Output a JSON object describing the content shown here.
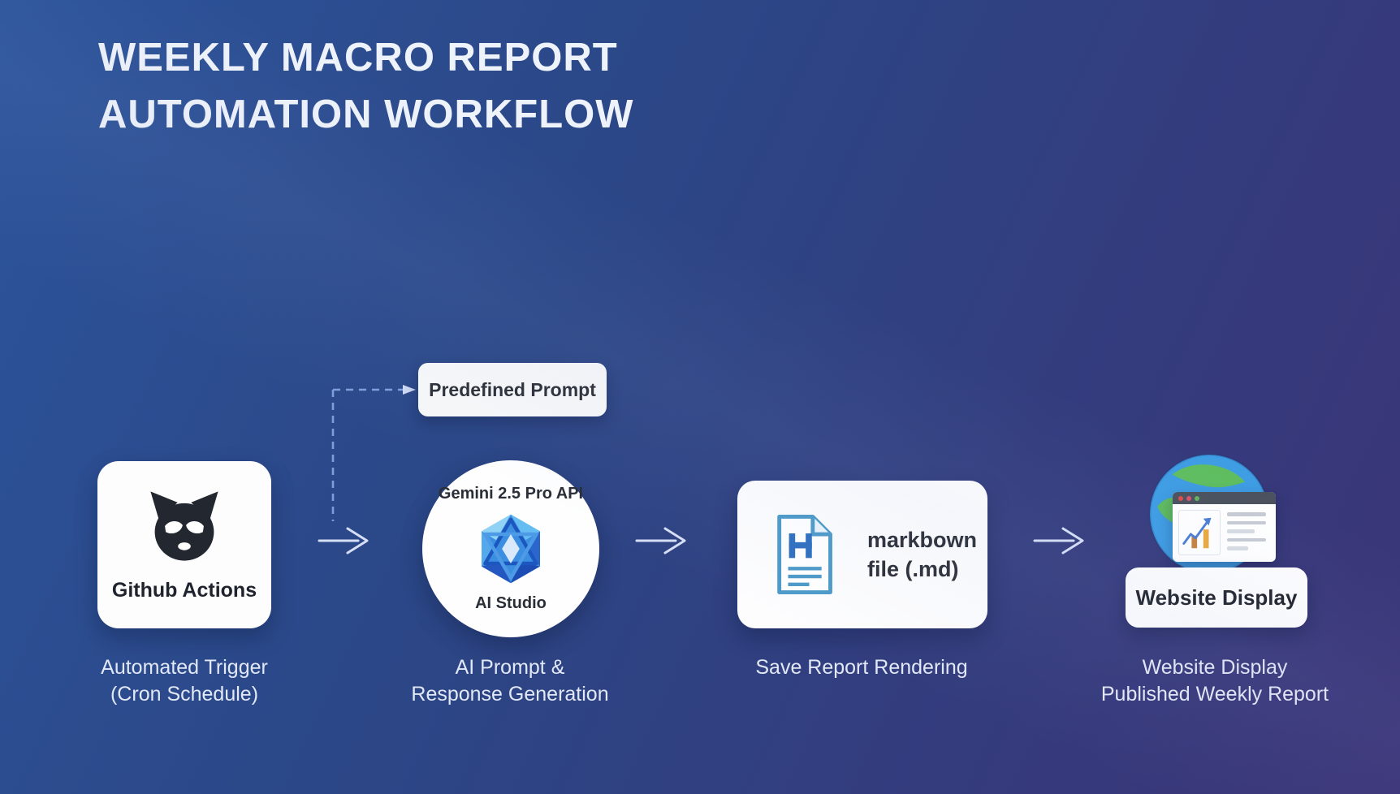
{
  "title": {
    "line1": "WEEKLY MACRO REPORT",
    "line2": "AUTOMATION WORKFLOW"
  },
  "prompt_box": {
    "label": "Predefined Prompt"
  },
  "workflow": {
    "step1": {
      "card_label": "Github Actions",
      "caption_line1": "Automated Trigger",
      "caption_line2": "(Cron Schedule)",
      "icon": "github-cat-icon"
    },
    "step2": {
      "top_label": "Gemini 2.5 Pro API",
      "bottom_label": "AI Studio",
      "caption_line1": "AI Prompt &",
      "caption_line2": "Response Generation",
      "icon": "ai-studio-gem-icon"
    },
    "step3": {
      "label_line1": "markbown",
      "label_line2": "file (.md)",
      "caption": "Save Report Rendering",
      "icon": "markdown-document-icon"
    },
    "step4": {
      "badge_label": "Website Display",
      "caption_line1": "Website Display",
      "caption_line2": "Published Weekly Report",
      "icon": "globe-browser-icon"
    }
  },
  "icons": {
    "github-cat-icon": "black cat face",
    "ai-studio-gem-icon": "blue faceted hexagon gem",
    "markdown-document-icon": "document with H and text lines",
    "globe-browser-icon": "globe behind browser window with chart",
    "flow-arrow-icon": "right arrow",
    "dashed-connector": "dashed elbow arrow"
  },
  "colors": {
    "background_top_left": "#2d549b",
    "background_bottom_right": "#3b3478",
    "card_background": "#fdfdfe",
    "card_text": "#22262f",
    "caption_text": "#e3e8f6",
    "arrow": "#d6dff6",
    "dashed_connector": "#7f9ed8",
    "logo_blue": "#2f7fd6",
    "doc_icon_blue": "#4d9ac8",
    "globe_ocean": "#3f9de4",
    "globe_land": "#5fbd60",
    "window_header": "#4b525e"
  }
}
